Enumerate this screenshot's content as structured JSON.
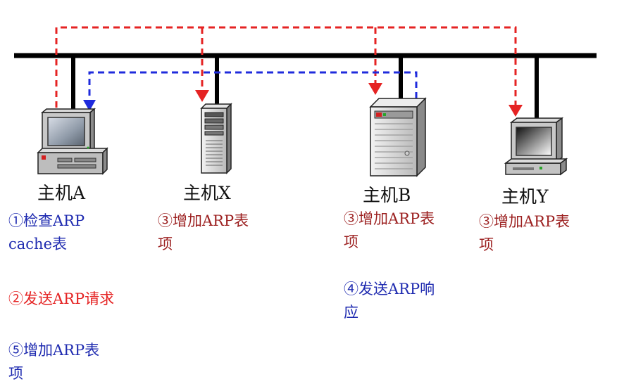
{
  "hosts": {
    "a": {
      "name": "主机A"
    },
    "x": {
      "name": "主机X"
    },
    "b": {
      "name": "主机B"
    },
    "y": {
      "name": "主机Y"
    }
  },
  "notes": {
    "a_check": "①检查ARP\ncache表",
    "a_send": "②发送ARP请求",
    "a_add": "⑤增加ARP表\n项",
    "x_add": "③增加ARP表\n项",
    "b_add": "③增加ARP表\n项",
    "b_reply": "④发送ARP响\n应",
    "y_add": "③增加ARP表\n项"
  },
  "colors": {
    "request_arrow": "#e52323",
    "reply_arrow": "#1f2bdc",
    "bus": "#000000"
  },
  "icons": {
    "a": "desktop-computer-icon",
    "x": "tower-server-icon",
    "b": "server-icon",
    "y": "desktop-computer-icon"
  }
}
